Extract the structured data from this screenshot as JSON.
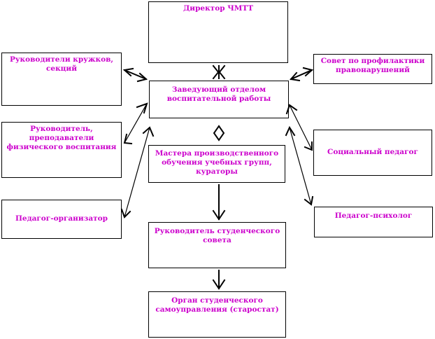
{
  "diagram": {
    "colors": {
      "text": "#cc00cc",
      "border": "#000000",
      "line": "#000000",
      "background": "#ffffff"
    },
    "nodes": {
      "director": "Директор ЧМТТ",
      "head_department": "Заведующий отделом воспитательной работы",
      "club_leaders": "Руководители кружков, секций",
      "pe_teachers": "Руководитель, преподаватели физического воспитания",
      "organizer": "Педагог-организатор",
      "prevention_council": "Совет по  профилактики правонарушений",
      "social_pedagogue": "Социальный педагог",
      "psychologist": "Педагог-психолог",
      "masters_curators": "Мастера производственного обучения учебных групп, кураторы",
      "student_council_leader": "Руководитель студенческого совета",
      "self_government": "Орган студенческого самоуправления (старостат)"
    }
  }
}
